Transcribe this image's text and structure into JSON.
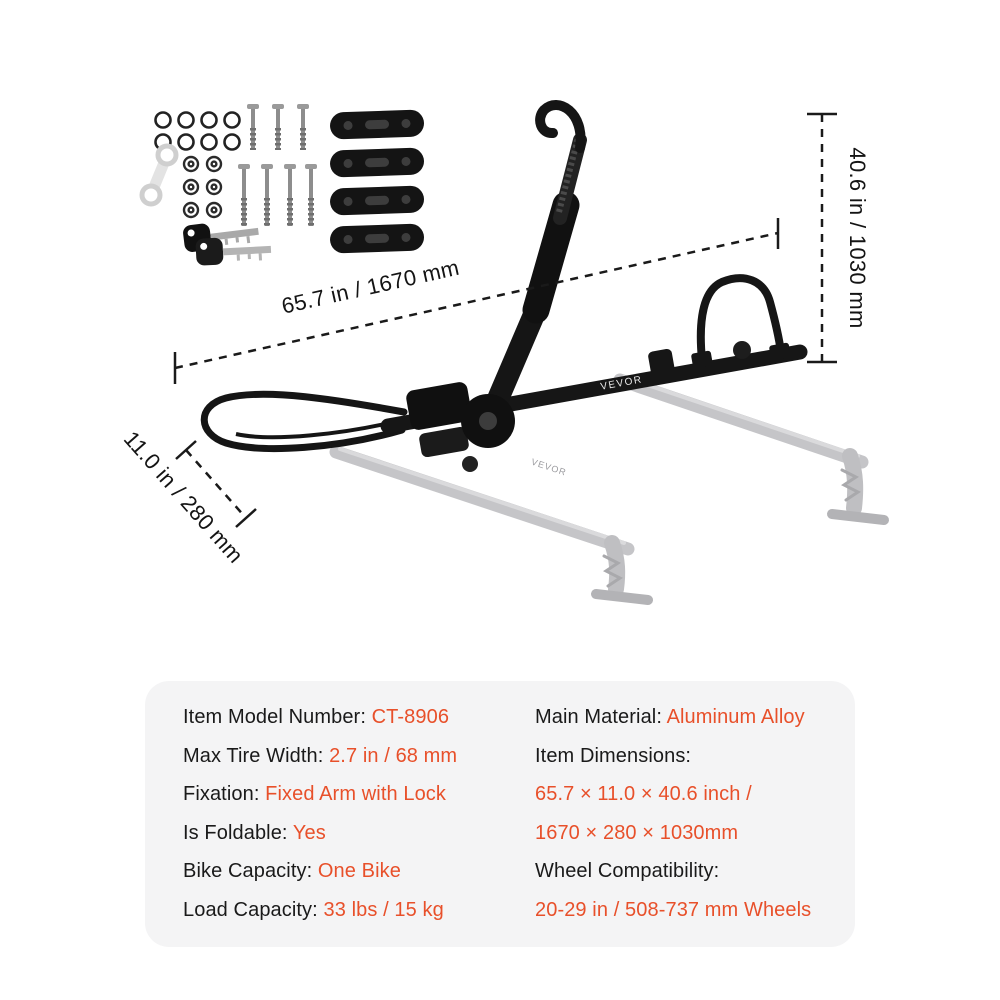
{
  "annotations": {
    "length": "65.7 in / 1670 mm",
    "height": "40.6 in / 1030 mm",
    "width": "11.0 in / 280 mm"
  },
  "brand": {
    "rail_logo": "VEVOR"
  },
  "colors": {
    "accent": "#e8502a",
    "card_bg": "#f4f4f5",
    "text": "#1a1a1a",
    "rack_black": "#151515",
    "ghost_gray": "#c5c5c8"
  },
  "specs": {
    "left": [
      {
        "label": "Item Model Number: ",
        "value": "CT-8906"
      },
      {
        "label": "Max Tire Width: ",
        "value": "2.7 in / 68 mm"
      },
      {
        "label": "Fixation: ",
        "value": "Fixed Arm with Lock"
      },
      {
        "label": "Is Foldable: ",
        "value": "Yes"
      },
      {
        "label": "Bike Capacity: ",
        "value": "One Bike"
      },
      {
        "label": "Load Capacity: ",
        "value": "33 lbs / 15 kg"
      }
    ],
    "right": [
      {
        "label": "Main Material: ",
        "value": "Aluminum Alloy"
      },
      {
        "label": "Item Dimensions:",
        "value": ""
      },
      {
        "label": "",
        "value": "65.7 × 11.0 × 40.6 inch /"
      },
      {
        "label": "",
        "value": "1670 × 280 × 1030mm"
      },
      {
        "label": "Wheel Compatibility:",
        "value": ""
      },
      {
        "label": "",
        "value": "20-29 in / 508-737 mm Wheels"
      }
    ]
  }
}
